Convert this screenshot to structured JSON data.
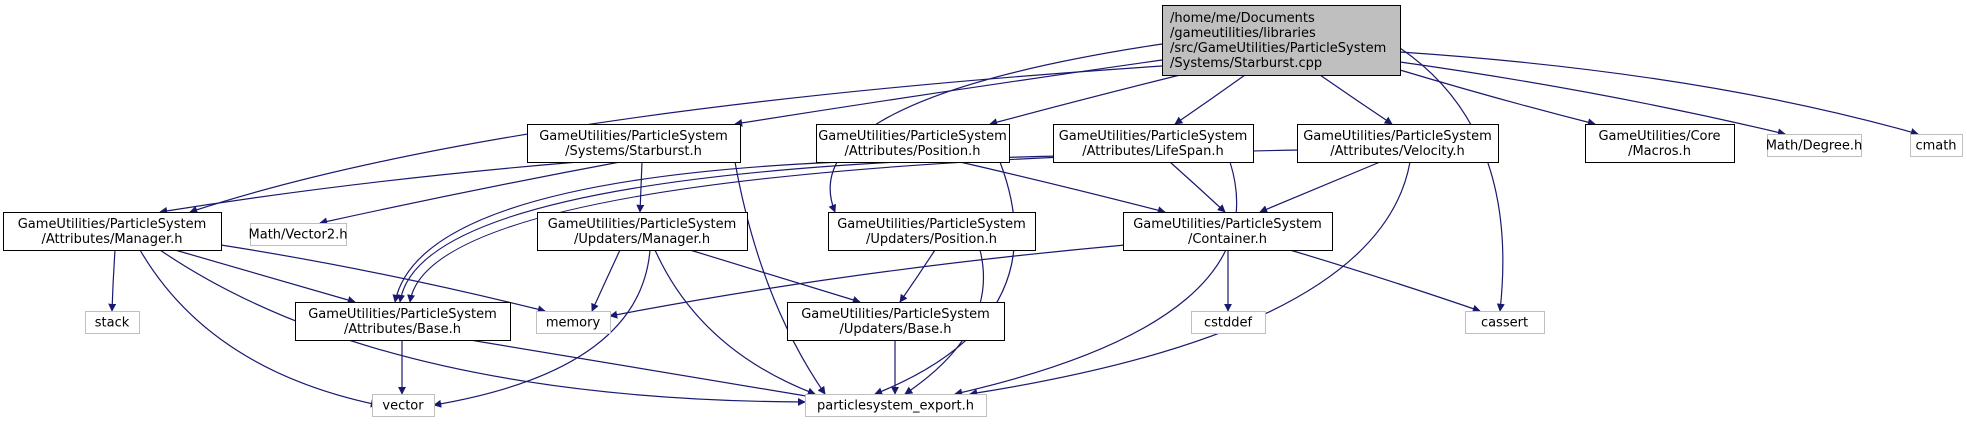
{
  "diagram": {
    "edge_color": "#191970",
    "nodes": [
      {
        "id": "main",
        "kind": "main",
        "lines": [
          "/home/me/Documents",
          "/gameutilities/libraries",
          "/src/GameUtilities/ParticleSystem",
          "/Systems/Starburst.cpp"
        ]
      },
      {
        "id": "sys_starburst_h",
        "kind": "local",
        "lines": [
          "GameUtilities/ParticleSystem",
          "/Systems/Starburst.h"
        ]
      },
      {
        "id": "attr_position_h",
        "kind": "local",
        "lines": [
          "GameUtilities/ParticleSystem",
          "/Attributes/Position.h"
        ]
      },
      {
        "id": "attr_lifespan_h",
        "kind": "local",
        "lines": [
          "GameUtilities/ParticleSystem",
          "/Attributes/LifeSpan.h"
        ]
      },
      {
        "id": "attr_velocity_h",
        "kind": "local",
        "lines": [
          "GameUtilities/ParticleSystem",
          "/Attributes/Velocity.h"
        ]
      },
      {
        "id": "core_macros_h",
        "kind": "local",
        "lines": [
          "GameUtilities/Core",
          "/Macros.h"
        ]
      },
      {
        "id": "math_degree_h",
        "kind": "sys",
        "lines": [
          "Math/Degree.h"
        ]
      },
      {
        "id": "cmath",
        "kind": "sys",
        "lines": [
          "cmath"
        ]
      },
      {
        "id": "attr_manager_h",
        "kind": "local",
        "lines": [
          "GameUtilities/ParticleSystem",
          "/Attributes/Manager.h"
        ]
      },
      {
        "id": "math_vector2_h",
        "kind": "sys",
        "lines": [
          "Math/Vector2.h"
        ]
      },
      {
        "id": "upd_manager_h",
        "kind": "local",
        "lines": [
          "GameUtilities/ParticleSystem",
          "/Updaters/Manager.h"
        ]
      },
      {
        "id": "upd_position_h",
        "kind": "local",
        "lines": [
          "GameUtilities/ParticleSystem",
          "/Updaters/Position.h"
        ]
      },
      {
        "id": "container_h",
        "kind": "local",
        "lines": [
          "GameUtilities/ParticleSystem",
          "/Container.h"
        ]
      },
      {
        "id": "stack",
        "kind": "sys",
        "lines": [
          "stack"
        ]
      },
      {
        "id": "attr_base_h",
        "kind": "local",
        "lines": [
          "GameUtilities/ParticleSystem",
          "/Attributes/Base.h"
        ]
      },
      {
        "id": "memory",
        "kind": "sys",
        "lines": [
          "memory"
        ]
      },
      {
        "id": "upd_base_h",
        "kind": "local",
        "lines": [
          "GameUtilities/ParticleSystem",
          "/Updaters/Base.h"
        ]
      },
      {
        "id": "cstddef",
        "kind": "sys",
        "lines": [
          "cstddef"
        ]
      },
      {
        "id": "cassert",
        "kind": "sys",
        "lines": [
          "cassert"
        ]
      },
      {
        "id": "vector",
        "kind": "sys",
        "lines": [
          "vector"
        ]
      },
      {
        "id": "particlesystem_export_h",
        "kind": "sys",
        "lines": [
          "particlesystem_export.h"
        ]
      }
    ],
    "edges": [
      {
        "from": "main",
        "to": "sys_starburst_h"
      },
      {
        "from": "main",
        "to": "attr_position_h"
      },
      {
        "from": "main",
        "to": "attr_lifespan_h"
      },
      {
        "from": "main",
        "to": "attr_velocity_h"
      },
      {
        "from": "main",
        "to": "core_macros_h"
      },
      {
        "from": "main",
        "to": "math_degree_h"
      },
      {
        "from": "main",
        "to": "cmath"
      },
      {
        "from": "main",
        "to": "attr_manager_h"
      },
      {
        "from": "main",
        "to": "upd_position_h"
      },
      {
        "from": "main",
        "to": "cassert"
      },
      {
        "from": "sys_starburst_h",
        "to": "attr_manager_h"
      },
      {
        "from": "sys_starburst_h",
        "to": "math_vector2_h"
      },
      {
        "from": "sys_starburst_h",
        "to": "upd_manager_h"
      },
      {
        "from": "sys_starburst_h",
        "to": "particlesystem_export_h"
      },
      {
        "from": "attr_position_h",
        "to": "attr_base_h"
      },
      {
        "from": "attr_position_h",
        "to": "container_h"
      },
      {
        "from": "attr_position_h",
        "to": "particlesystem_export_h"
      },
      {
        "from": "attr_lifespan_h",
        "to": "attr_base_h"
      },
      {
        "from": "attr_lifespan_h",
        "to": "container_h"
      },
      {
        "from": "attr_lifespan_h",
        "to": "particlesystem_export_h"
      },
      {
        "from": "attr_velocity_h",
        "to": "attr_base_h"
      },
      {
        "from": "attr_velocity_h",
        "to": "container_h"
      },
      {
        "from": "attr_velocity_h",
        "to": "particlesystem_export_h"
      },
      {
        "from": "attr_manager_h",
        "to": "stack"
      },
      {
        "from": "attr_manager_h",
        "to": "attr_base_h"
      },
      {
        "from": "attr_manager_h",
        "to": "memory"
      },
      {
        "from": "attr_manager_h",
        "to": "vector"
      },
      {
        "from": "attr_manager_h",
        "to": "particlesystem_export_h"
      },
      {
        "from": "upd_manager_h",
        "to": "memory"
      },
      {
        "from": "upd_manager_h",
        "to": "upd_base_h"
      },
      {
        "from": "upd_manager_h",
        "to": "vector"
      },
      {
        "from": "upd_manager_h",
        "to": "particlesystem_export_h"
      },
      {
        "from": "upd_position_h",
        "to": "upd_base_h"
      },
      {
        "from": "upd_position_h",
        "to": "particlesystem_export_h"
      },
      {
        "from": "container_h",
        "to": "memory"
      },
      {
        "from": "container_h",
        "to": "cstddef"
      },
      {
        "from": "container_h",
        "to": "cassert"
      },
      {
        "from": "attr_base_h",
        "to": "vector"
      },
      {
        "from": "attr_base_h",
        "to": "particlesystem_export_h"
      },
      {
        "from": "upd_base_h",
        "to": "particlesystem_export_h"
      }
    ]
  }
}
